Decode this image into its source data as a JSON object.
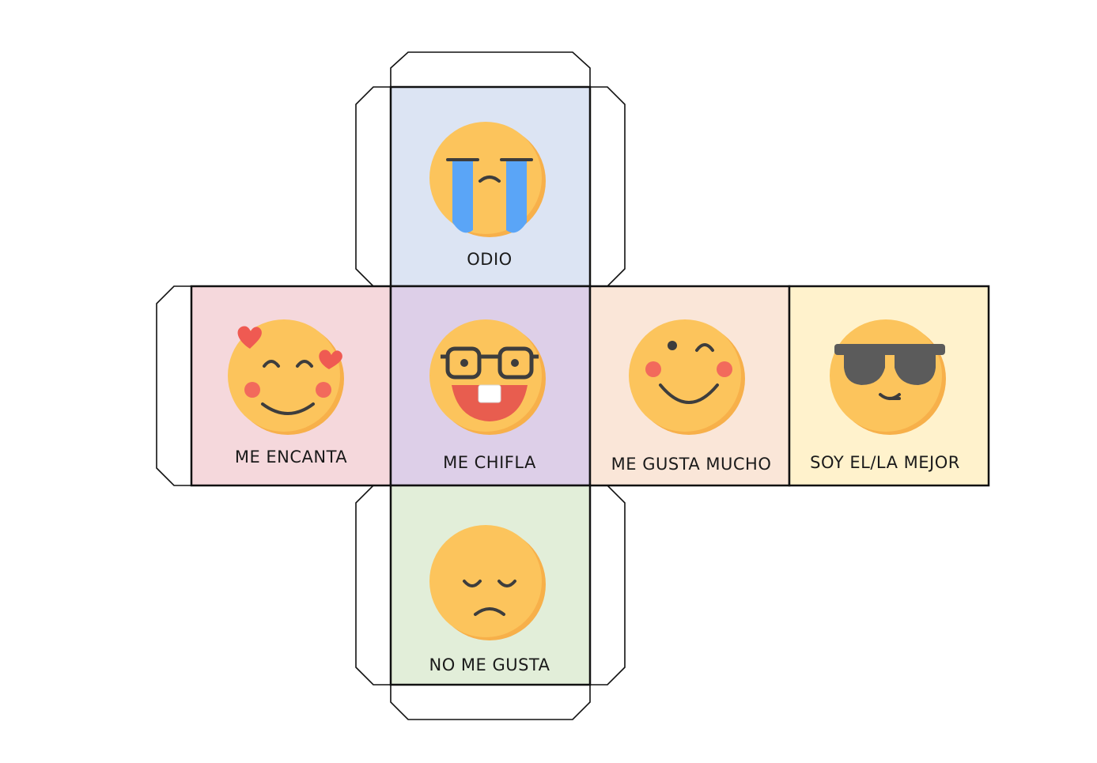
{
  "cube": {
    "faces": {
      "top": {
        "label": "ODIO",
        "color": "#dce4f3",
        "emoji": "crying-face-icon"
      },
      "left": {
        "label": "ME ENCANTA",
        "color": "#f5d8dc",
        "emoji": "smiling-face-with-hearts-icon"
      },
      "center": {
        "label": "ME CHIFLA",
        "color": "#ddcfe8",
        "emoji": "nerd-face-icon"
      },
      "right": {
        "label": "ME GUSTA MUCHO",
        "color": "#fae6d8",
        "emoji": "winking-face-icon"
      },
      "far_right": {
        "label": "SOY EL/LA MEJOR",
        "color": "#fff2cc",
        "emoji": "sunglasses-face-icon"
      },
      "bottom": {
        "label": "NO ME GUSTA",
        "color": "#e2eed9",
        "emoji": "pensive-face-icon"
      }
    },
    "colors": {
      "emoji_face": "#fcc45c",
      "emoji_shade": "#f7b04a",
      "cheek": "#f26a5c",
      "tears": "#5aa5f7",
      "heart": "#ef5a52",
      "mouth": "#e85d4f",
      "glasses": "#5b5b5b"
    }
  }
}
